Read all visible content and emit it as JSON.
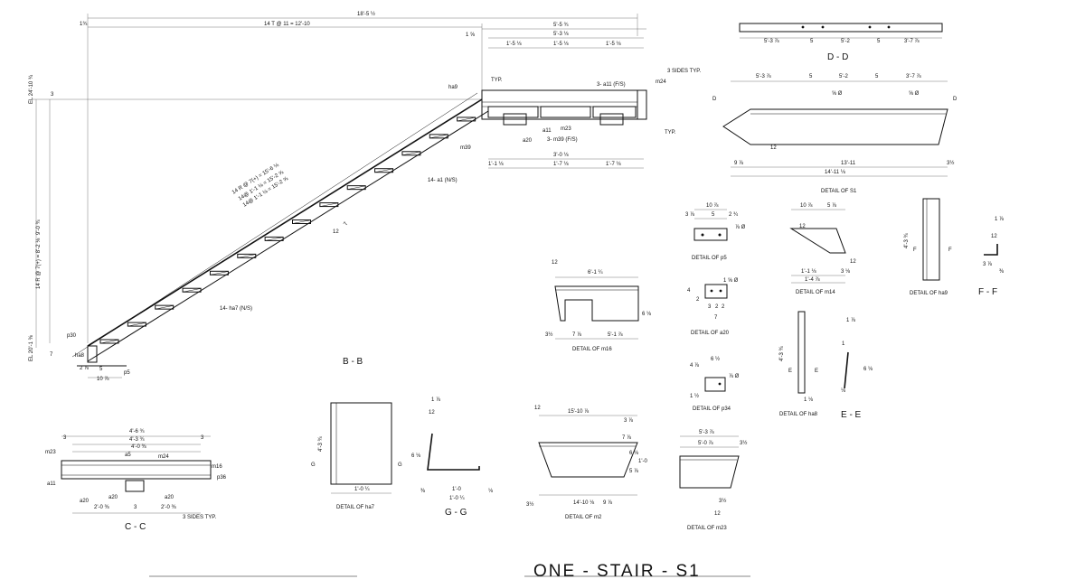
{
  "sheet": {
    "title": "ONE - STAIR - S1"
  },
  "main_view": {
    "section_label": "B - B",
    "dims": {
      "top_overall": "18'-5 ½",
      "treads": "14 T @ 11 = 12'-10",
      "left_small": "1¾",
      "elev_top": "EL 24'-10 ¾",
      "elev_bot": "EL 20'-1 ⅜",
      "rise": "14 R @ 7(+) = 8'-2 ⅛",
      "rise_total": "9'-0 ¾",
      "riser_note": "14 R @ 7(+) = 15'-6 ⅛",
      "bolt_note_1": "14@ 1'-1 ⅛ = 15'-2 ⅝",
      "bolt_note_2": "14@ 1'-1 ⅛ = 15'-2 ⅝",
      "bottom_5": "5",
      "bottom_10": "10 ⅞",
      "bottom_2": "2 ⅞",
      "bottom_7": "7",
      "slope_12": "12",
      "slope_7": "7",
      "upper_3": "3"
    },
    "marks": {
      "ha9": "ha9",
      "m39": "m39",
      "a1": "14- a1 (N/S)",
      "ha7": "14- ha7 (N/S)",
      "p5": "p5",
      "p30": "p30",
      "ha8": "ha8"
    }
  },
  "landing_detail": {
    "dims": {
      "top": "5'-5 ¾",
      "sub": "5'-3 ⅛",
      "seg1": "1'-5 ⅛",
      "seg2": "1'-5 ⅛",
      "seg3": "1'-5 ⅛",
      "left": "1 ⅝",
      "b1": "3'-0 ⅛",
      "b2": "1'-7 ⅛",
      "b3": "1'-7 ⅛",
      "b4": "1'-1 ⅛"
    },
    "labels": {
      "typ": "TYP.",
      "sides": "3 SIDES TYP.",
      "a11": "3- a11 (F/S)",
      "m24": "m24",
      "m23": "m23",
      "m39": "3- m39 (F/S)",
      "a20": "a20",
      "a11b": "a11",
      "typ2": "TYP."
    }
  },
  "details": {
    "dd": {
      "label": "D - D",
      "dims": [
        "5'-3 ⅞",
        "5",
        "5'-2",
        "5",
        "3'-7 ⅞"
      ]
    },
    "s1": {
      "label": "DETAIL OF   S1",
      "dims": {
        "top": [
          "5'-3 ⅞",
          "5",
          "5'-2",
          "5",
          "3'-7 ⅞"
        ],
        "bolt": "⅝ Ø",
        "b1": "13'-11",
        "b2": "14'-11 ⅛",
        "l1": "9 ⅞",
        "r1": "3½",
        "slope": "12"
      },
      "tag": "D"
    },
    "p5": {
      "label": "DETAIL OF   p5",
      "dims": [
        "10 ⅞",
        "3 ⅞",
        "5",
        "2 ¾",
        "⅞ Ø"
      ]
    },
    "m14": {
      "label": "DETAIL OF   m14",
      "dims": [
        "10 ⅞",
        "5 ⅞",
        "12",
        "12",
        "1'-1 ⅛",
        "1'-4 ⅞",
        "3 ⅛"
      ]
    },
    "ha9": {
      "label": "DETAIL OF   ha9",
      "dims": [
        "4'-3 ¾"
      ],
      "tag": "F"
    },
    "ff": {
      "label": "F - F",
      "dims": [
        "1 ⅞",
        "12",
        "3 ⅞",
        "⅜"
      ]
    },
    "m16": {
      "label": "DETAIL OF   m16",
      "dims": [
        "6'-1 ¼",
        "6 ⅛",
        "7 ⅞",
        "5'-1 ⅞",
        "3½",
        "12"
      ]
    },
    "a20": {
      "label": "DETAIL OF   a20",
      "dims": [
        "1 ⅝ Ø",
        "2",
        "3",
        "2",
        "7",
        "4",
        "2"
      ]
    },
    "p34": {
      "label": "DETAIL OF   p34",
      "dims": [
        "6 ½",
        "4 ⅞",
        "⅞ Ø",
        "1 ½"
      ]
    },
    "ha8": {
      "label": "DETAIL OF   ha8",
      "dims": [
        "4'-3 ¾",
        "1 ⅛"
      ],
      "tag": "E"
    },
    "ee": {
      "label": "E - E",
      "dims": [
        "1 ⅞",
        "1",
        "6 ⅛",
        "⅛"
      ]
    },
    "cc": {
      "label": "C - C",
      "dims": [
        "4'-6 ¾",
        "4'-3 ¾",
        "4'-0 ⅜",
        "3",
        "3",
        "2'-0 ⅜",
        "2'-0 ⅜",
        "3"
      ],
      "marks": [
        "m23",
        "a5",
        "m24",
        "m16",
        "p36",
        "a11",
        "a20",
        "a20",
        "a20"
      ],
      "note": "3 SIDES TYP."
    },
    "ha7": {
      "label": "DETAIL OF   ha7",
      "dims": [
        "4'-3 ¾",
        "1'-0 ¼"
      ],
      "tag": "G"
    },
    "gg": {
      "label": "G - G",
      "dims": [
        "1 ⅞",
        "12",
        "6 ⅛",
        "1'-0",
        "1'-0 ¼",
        "⅜",
        "⅛"
      ]
    },
    "m2": {
      "label": "DETAIL OF   m2",
      "dims": [
        "15'-10 ⅞",
        "3 ⅞",
        "7 ⅞",
        "1'-0",
        "6 ⅛",
        "5 ⅞",
        "14'-10 ⅛",
        "9 ⅞",
        "3½",
        "12"
      ]
    },
    "m23": {
      "label": "DETAIL OF   m23",
      "dims": [
        "5'-3 ⅞",
        "5'-0 ⅞",
        "3½",
        "3½",
        "12"
      ]
    }
  }
}
